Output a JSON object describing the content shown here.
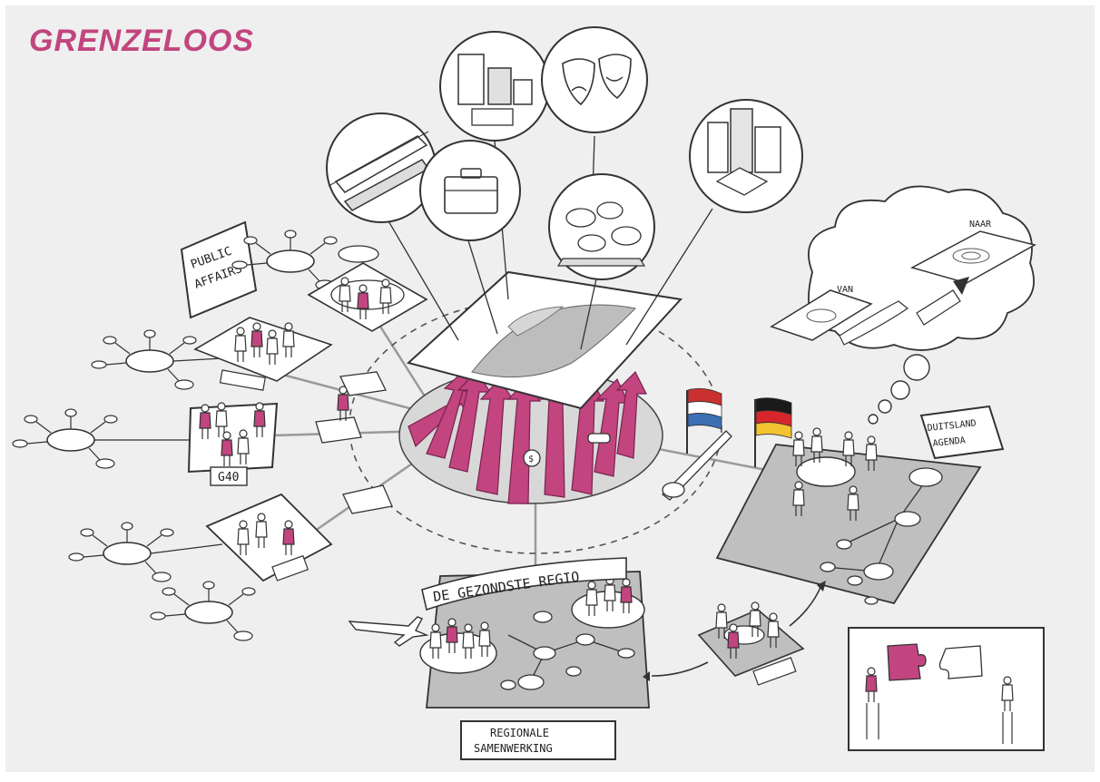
{
  "title": "GRENZELOOS",
  "colors": {
    "accent": "#c2457f",
    "ink": "#2a2a2a",
    "panel_grey": "#bfbfbf",
    "background": "#efefef"
  },
  "labels": {
    "public_affairs_1": "PUBLIC",
    "public_affairs_2": "AFFAIRS",
    "g40": "G40",
    "duitsland_1": "DUITSLAND",
    "duitsland_2": "AGENDA",
    "de_gezondste_regio": "DE GEZONDSTE REGIO",
    "regionale_1": "REGIONALE",
    "regionale_2": "SAMENWERKING",
    "van": "VAN",
    "naar": "NAAR"
  },
  "icons": [
    "train-icon",
    "briefcase-icon",
    "office-buildings-icon",
    "theater-masks-icon",
    "food-market-icon",
    "city-skyline-icon",
    "netherlands-flag-icon",
    "germany-flag-icon",
    "airplane-icon",
    "handshake-icon",
    "money-bag-icon",
    "puzzle-icon",
    "thought-cloud-icon"
  ],
  "flags": {
    "netherlands": [
      "#c8312f",
      "#ffffff",
      "#3c6fb4"
    ],
    "germany": [
      "#1a1a1a",
      "#d7262b",
      "#f2c230"
    ]
  }
}
